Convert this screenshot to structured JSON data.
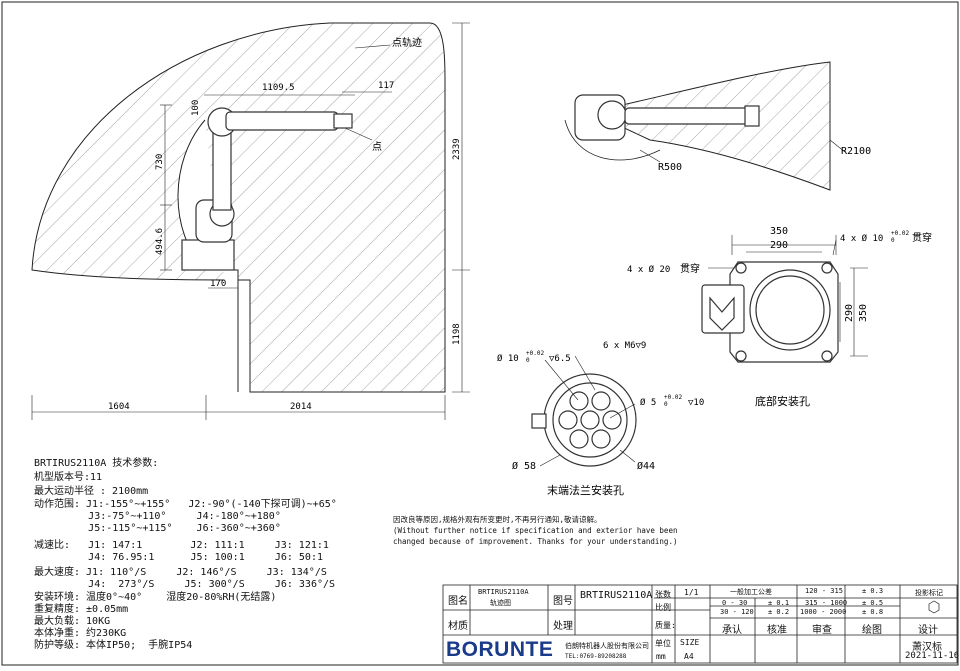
{
  "colors": {
    "line": "#222222",
    "hatch": "#555555",
    "robot": "#333333",
    "brand": "#1a3a8a"
  },
  "drawing": {
    "left": {
      "label_trajectory": "点轨迹",
      "label_point": "点",
      "dim_1109": "1109.5",
      "dim_117": "117",
      "dim_100": "100",
      "dim_730": "730",
      "dim_2339": "2339",
      "dim_494": "494.6",
      "dim_170": "170",
      "dim_1198": "1198",
      "dim_1604": "1604",
      "dim_2014": "2014"
    },
    "top": {
      "r500": "R500",
      "r2100": "R2100"
    },
    "base": {
      "dim_350": "350",
      "dim_290": "290",
      "dim_290v": "290",
      "dim_350v": "350",
      "holes_prefix": "4 x Ø 10",
      "holes_tol": "+0.02",
      "holes_tol2": "0",
      "through1": "贯穿",
      "holes20": "4 x Ø 20",
      "through2": "贯穿",
      "caption": "底部安装孔"
    },
    "flange": {
      "left_hole_prefix": "Ø 10",
      "left_tol": "+0.02",
      "left_tol2": "0",
      "left_depth": "▽6.5",
      "thread": "6 x M6▽9",
      "center_prefix": "Ø 5",
      "center_tol": "+0.02",
      "center_tol2": "0",
      "center_depth": "▽10",
      "d58": "Ø 58",
      "d44": "Ø44",
      "caption": "末端法兰安装孔"
    }
  },
  "specs": {
    "title": "BRTIRUS2110A 技术参数:",
    "version": "机型版本号:11",
    "reach": "最大运动半径 : 2100mm",
    "range1": "动作范围: J1:-155°~+155°   J2:-90°(-140下探可调)~+65°",
    "range2": "         J3:-75°~+110°     J4:-180°~+180°",
    "range3": "         J5:-115°~+115°    J6:-360°~+360°",
    "ratio1": "减速比:   J1: 147:1        J2: 111:1     J3: 121:1",
    "ratio2": "         J4: 76.95:1      J5: 100:1     J6: 50:1",
    "speed1": "最大速度: J1: 110°/S     J2: 146°/S     J3: 134°/S",
    "speed2": "         J4:  273°/S     J5: 300°/S     J6: 336°/S",
    "env": "安装环境: 温度0°~40°    湿度20-80%RH(无结露)",
    "repeat": "重复精度: ±0.05mm",
    "load": "最大负载: 10KG",
    "weight": "本体净重: 约230KG",
    "protect": "防护等级: 本体IP50;  手腕IP54"
  },
  "notice": {
    "cn": "因改良等原因,规格外观有所变更时,不再另行通知,敬请谅解。",
    "en1": "(Without further notice if specification and exterior have been",
    "en2": "changed because of improvement. Thanks for your understanding.)"
  },
  "title_block": {
    "name_label": "图名",
    "name_value1": "BRTIRUS2110A",
    "name_value2": "轨迹图",
    "drawing_no_label": "图号",
    "drawing_no": "BRTIRUS2110A",
    "sheets_label": "张数",
    "sheets": "1/1",
    "scale_label": "比例",
    "quality_label": "质量:",
    "material_label": "材质",
    "process_label": "处理",
    "tolerance_title": "一般加工公差",
    "tol_rows": [
      [
        "0 - 30",
        "± 0.1",
        "315 - 1000",
        "± 0.5"
      ],
      [
        "30 - 120",
        "± 0.2",
        "1000 - 2000",
        "± 0.8"
      ]
    ],
    "tol_head": [
      "120 - 315",
      "± 0.3"
    ],
    "angle_label": "投影标记",
    "roles": [
      "承认",
      "核准",
      "审查",
      "绘图",
      "设计"
    ],
    "unit_label": "单位",
    "unit": "mm",
    "size_label": "SIZE",
    "size": "A4",
    "designer": "萧汉标",
    "date": "2021-11-16",
    "brand": "BORUNTE",
    "company": "伯朗特机器人股份有限公司",
    "tel": "TEL:0769-89208288"
  }
}
